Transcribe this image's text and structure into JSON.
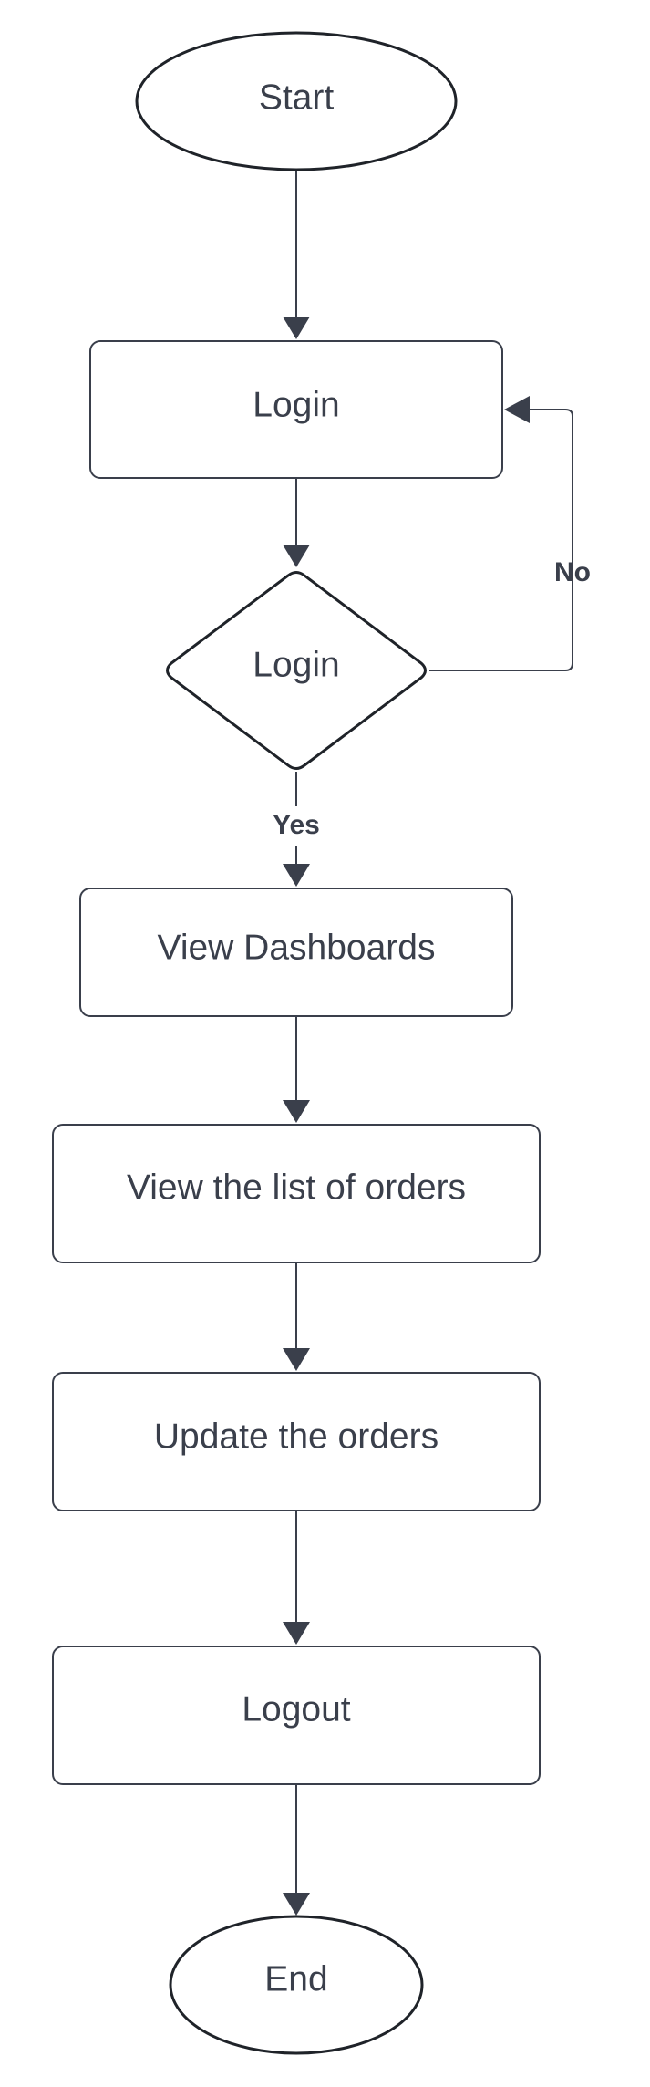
{
  "nodes": {
    "start": "Start",
    "login_box": "Login",
    "login_decision": "Login",
    "view_dashboards": "View Dashboards",
    "view_orders": "View the list of orders",
    "update_orders": "Update the orders",
    "logout": "Logout",
    "end": "End"
  },
  "edges": {
    "no_label": "No",
    "yes_label": "Yes"
  },
  "colors": {
    "stroke": "#3a3f4b",
    "terminal_stroke": "#1f2329",
    "background": "#ffffff"
  }
}
